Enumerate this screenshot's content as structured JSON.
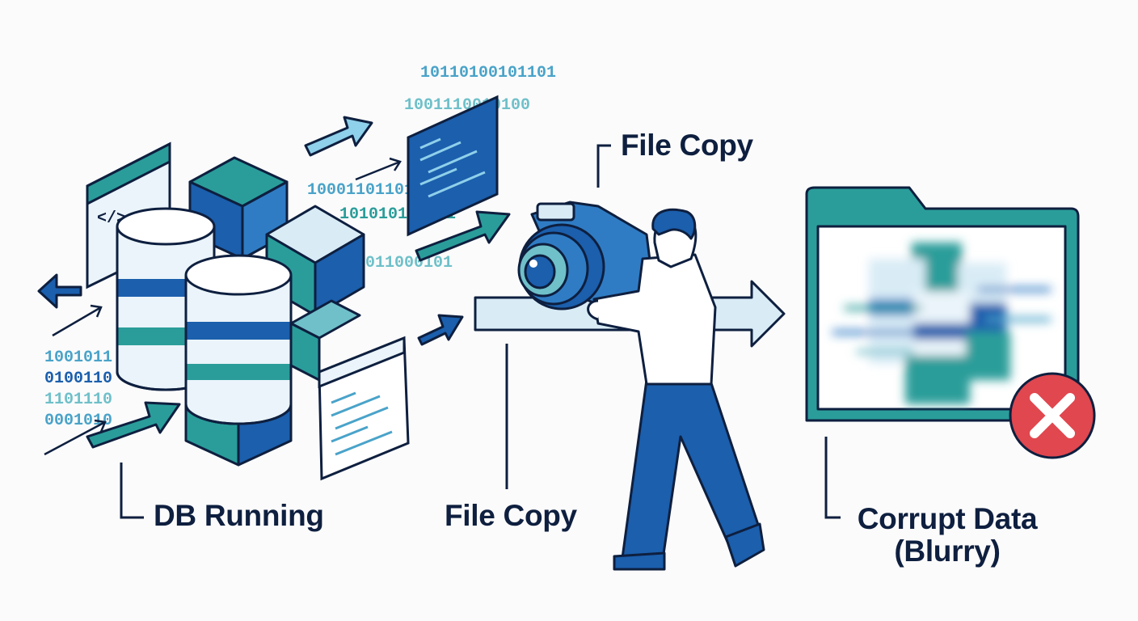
{
  "labels": {
    "db_running": "DB Running",
    "file_copy_top": "File Copy",
    "file_copy_mid": "File Copy",
    "corrupt_line1": "Corrupt Data",
    "corrupt_line2": "(Blurry)"
  },
  "binary": {
    "block_left": [
      "1001011",
      "0100110",
      "1101110",
      "0001010"
    ],
    "block_top": [
      "10110100101101",
      "1001110010100",
      "10001101101001",
      "101010100011",
      "1011000101"
    ]
  },
  "code_symbol": "</>",
  "icons": [
    "database-icon",
    "camera-icon",
    "folder-icon",
    "error-x-icon",
    "arrow-icon",
    "code-window-icon",
    "person-icon"
  ],
  "colors": {
    "dark_blue": "#1b5fad",
    "mid_blue": "#2f7cc4",
    "teal": "#2a9d9a",
    "light_blue": "#d9ecf6",
    "outline": "#0e1f3f",
    "error_red": "#e0474f"
  }
}
